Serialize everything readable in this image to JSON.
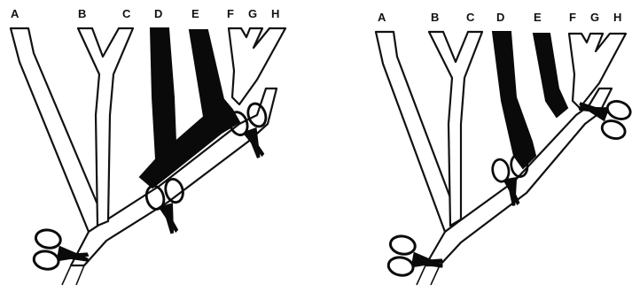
{
  "panels": [
    {
      "id": "left",
      "tips": [
        "A",
        "B",
        "C",
        "D",
        "E",
        "F",
        "G",
        "H"
      ],
      "highlighted_tips": [
        "D",
        "E"
      ],
      "cut_marks": 3
    },
    {
      "id": "right",
      "tips": [
        "A",
        "B",
        "C",
        "D",
        "E",
        "F",
        "G",
        "H"
      ],
      "highlighted_tips": [
        "D",
        "E"
      ],
      "cut_marks": 3
    }
  ],
  "colors": {
    "branch_fill": "#ffffff",
    "highlight_fill": "#0a0a0a",
    "outline": "#111111"
  },
  "icons": [
    "scissors-icon"
  ]
}
